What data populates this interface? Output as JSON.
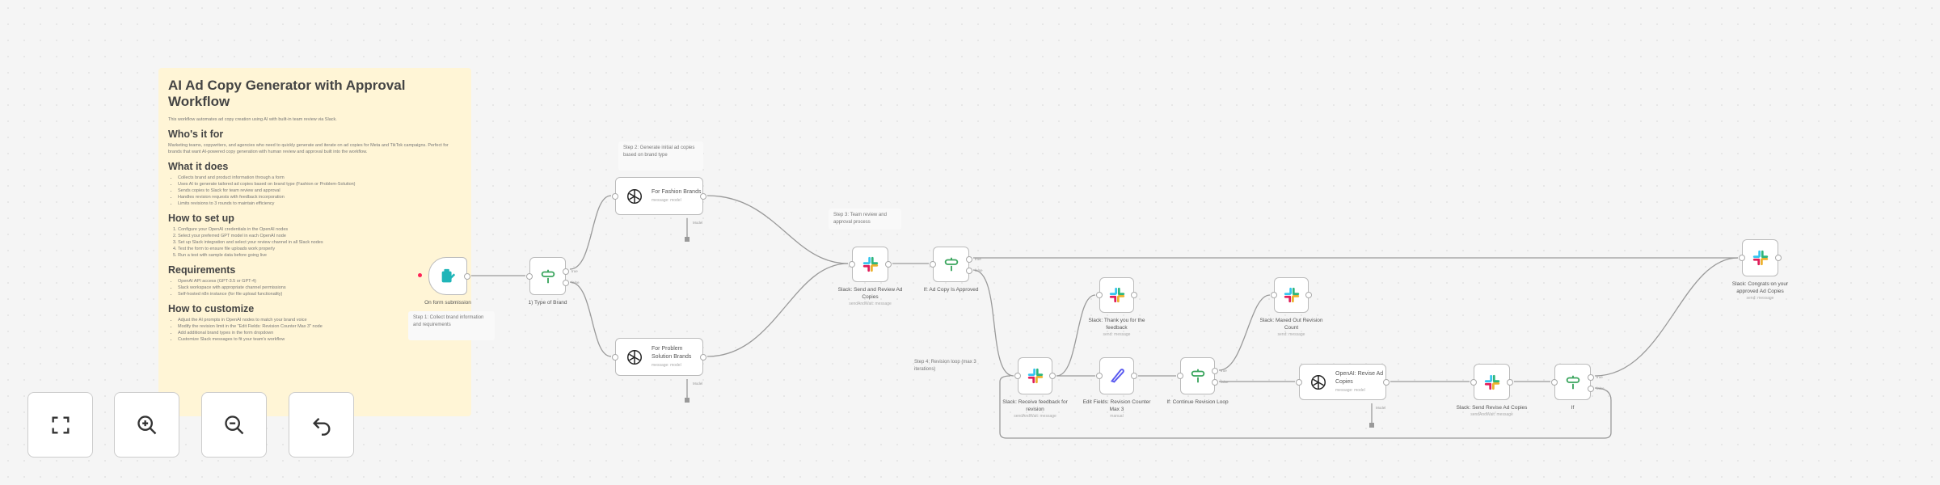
{
  "sticky_main": {
    "title": "AI Ad Copy Generator with Approval Workflow",
    "intro": "This workflow automates ad copy creation using AI with built-in team review via Slack.",
    "sections": [
      {
        "heading": "Who's it for",
        "text": "Marketing teams, copywriters, and agencies who need to quickly generate and iterate on ad copies for Meta and TikTok campaigns. Perfect for brands that want AI-powered copy generation with human review and approval built into the workflow."
      },
      {
        "heading": "What it does",
        "items": [
          "Collects brand and product information through a form",
          "Uses AI to generate tailored ad copies based on brand type (Fashion or Problem-Solution)",
          "Sends copies to Slack for team review and approval",
          "Handles revision requests with feedback incorporation",
          "Limits revisions to 3 rounds to maintain efficiency"
        ]
      },
      {
        "heading": "How to set up",
        "items": [
          "1. Configure your OpenAI credentials in the OpenAI nodes",
          "2. Select your preferred GPT model in each OpenAI node",
          "3. Set up Slack integration and select your review channel in all Slack nodes",
          "4. Test the form to ensure file uploads work properly",
          "5. Run a test with sample data before going live"
        ]
      },
      {
        "heading": "Requirements",
        "items": [
          "OpenAI API access (GPT-3.5 or GPT-4)",
          "Slack workspace with appropriate channel permissions",
          "Self-hosted n8n instance (for file upload functionality)"
        ]
      },
      {
        "heading": "How to customize",
        "items": [
          "Adjust the AI prompts in OpenAI nodes to match your brand voice",
          "Modify the revision limit in the \"Edit Fields: Revision Counter Max 3\" node",
          "Add additional brand types in the form dropdown",
          "Customize Slack messages to fit your team's workflow"
        ]
      }
    ]
  },
  "notes": {
    "step1": "Step 1: Collect brand information and requirements",
    "step2": "Step 2: Generate initial ad copies based on brand type",
    "step3": "Step 3: Team review and approval process",
    "step4": "Step 4: Revision loop (max 3 iterations)"
  },
  "nodes": {
    "form": {
      "label": "On form submission",
      "icon": "form-icon"
    },
    "type_switch": {
      "label": "1) Type of Brand",
      "icon": "switch-icon"
    },
    "fashion": {
      "title": "For Fashion Brands",
      "sub": "message: model",
      "icon": "openai-icon"
    },
    "problem": {
      "title": "For Problem Solution Brands",
      "sub": "message: model",
      "icon": "openai-icon"
    },
    "send_review": {
      "label": "Slack: Send and Review Ad Copies",
      "sub": "sendAndWait: message",
      "icon": "slack-icon"
    },
    "if_approved": {
      "label": "If: Ad Copy Is Approved",
      "icon": "if-icon"
    },
    "thank_you": {
      "label": "Slack: Thank you for the feedback",
      "sub": "send: message",
      "icon": "slack-icon"
    },
    "receive_feedback": {
      "label": "Slack: Receive feedback for revision",
      "sub": "sendAndWait: message",
      "icon": "slack-icon"
    },
    "edit_fields": {
      "label": "Edit Fields: Revision Counter Max 3",
      "sub": "manual",
      "icon": "pen-icon"
    },
    "continue_loop": {
      "label": "If: Continue Revision Loop",
      "icon": "if-icon"
    },
    "maxed_out": {
      "label": "Slack: Maxed Out Revision Count",
      "sub": "send: message",
      "icon": "slack-icon"
    },
    "revise": {
      "title": "OpenAI: Revise Ad Copies",
      "sub": "message: model",
      "icon": "openai-icon"
    },
    "send_revise": {
      "label": "Slack: Send Revise Ad Copies",
      "sub": "sendAndWait: message",
      "icon": "slack-icon"
    },
    "if_final": {
      "label": "If",
      "icon": "if-icon"
    },
    "congrats": {
      "label": "Slack: Congrats on your approved Ad Copies",
      "sub": "send: message",
      "icon": "slack-icon"
    }
  },
  "branch": {
    "true": "true",
    "false": "false",
    "model": "Model"
  },
  "controls": [
    {
      "icon": "fit-view-icon"
    },
    {
      "icon": "zoom-in-icon"
    },
    {
      "icon": "zoom-out-icon"
    },
    {
      "icon": "undo-icon"
    }
  ],
  "colors": {
    "sticky": "#fff5d6",
    "switch": "#3aa55d",
    "form": "#1fb5b8",
    "pen": "#5b5bf0"
  }
}
